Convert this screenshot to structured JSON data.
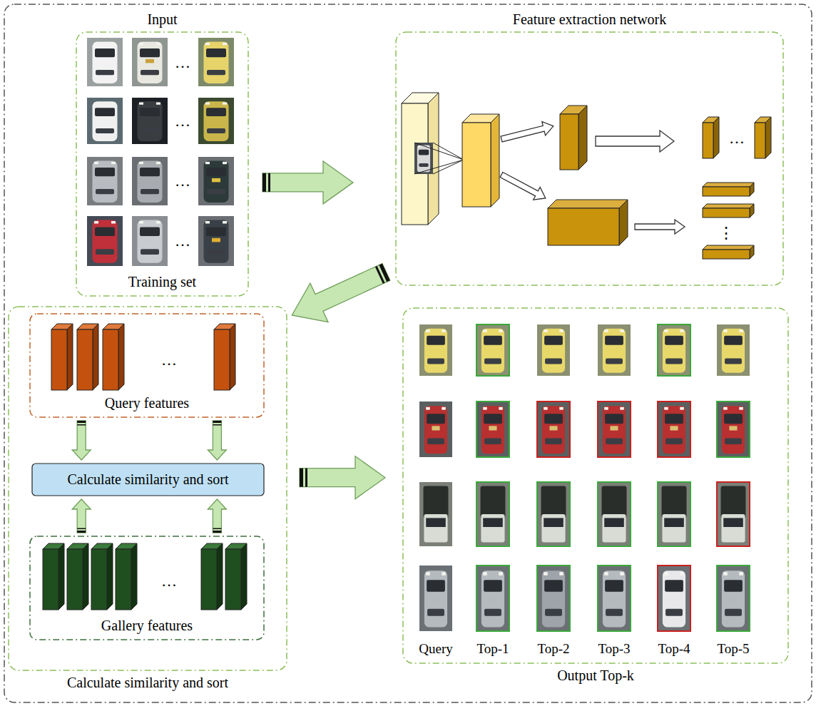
{
  "diagram": {
    "nodes": [
      {
        "text": [
          "Input",
          "Training set"
        ]
      },
      {
        "text": [
          "Feature extraction network"
        ]
      },
      {
        "text": [
          "Calculate similarity and sort"
        ]
      },
      {
        "text": [
          "Query features"
        ],
        "in": 2
      },
      {
        "text": [
          "Calculate similarity and sort"
        ],
        "in": 2
      },
      {
        "text": [
          "Gallery features"
        ],
        "in": 2
      },
      {
        "text": [
          "Output Top-k"
        ]
      }
    ],
    "edges": [
      {
        "from": 0,
        "to": 1,
        "arrow": "to"
      },
      {
        "from": 1,
        "to": 2,
        "arrow": "to"
      },
      {
        "from": 3,
        "to": 4,
        "arrow": "to"
      },
      {
        "from": 3,
        "to": 4,
        "arrow": "to"
      },
      {
        "from": 5,
        "to": 4,
        "arrow": "to"
      },
      {
        "from": 5,
        "to": 4,
        "arrow": "to"
      },
      {
        "from": 2,
        "to": 6,
        "arrow": "to"
      }
    ],
    "labels": [
      "…",
      "…",
      "…",
      "…",
      "…",
      "⋮",
      "…",
      "…",
      "Query",
      "Top-1",
      "Top-2",
      "Top-3",
      "Top-4",
      "Top-5"
    ]
  }
}
